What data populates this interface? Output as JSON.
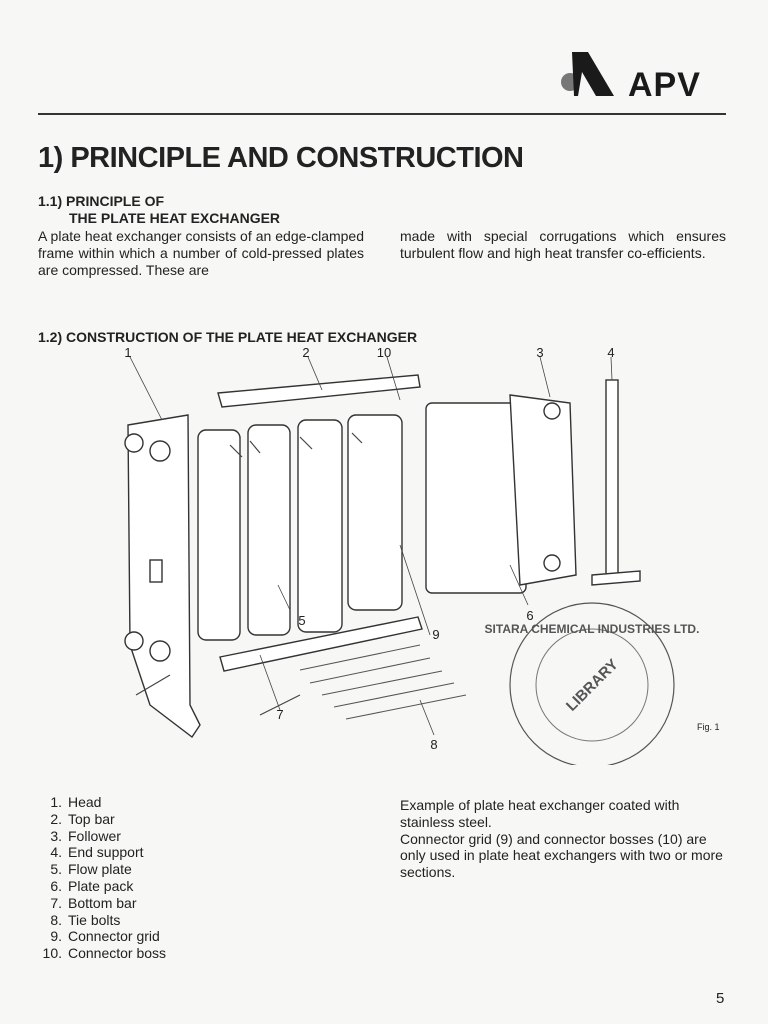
{
  "header": {
    "brand": "APV"
  },
  "title": "1) PRINCIPLE AND CONSTRUCTION",
  "section1": {
    "heading_line1": "1.1) PRINCIPLE OF",
    "heading_line2": "THE PLATE HEAT EXCHANGER",
    "col1": "A plate heat exchanger consists of an edge-clamped frame within which a number of cold-pressed plates are compressed. These are",
    "col2": "made with special corrugations which ensures turbulent flow and high heat transfer co-efficients."
  },
  "section2": {
    "heading": "1.2) CONSTRUCTION OF THE PLATE HEAT EXCHANGER"
  },
  "figure": {
    "callouts": [
      "1",
      "2",
      "10",
      "3",
      "4",
      "5",
      "9",
      "6",
      "7",
      "8"
    ],
    "stamp_text": "SITARA CHEMICAL INDUSTRIES LTD.",
    "stamp_center": "LIBRARY",
    "label": "Fig. 1"
  },
  "legend": [
    {
      "n": "1.",
      "label": "Head"
    },
    {
      "n": "2.",
      "label": "Top bar"
    },
    {
      "n": "3.",
      "label": "Follower"
    },
    {
      "n": "4.",
      "label": "End support"
    },
    {
      "n": "5.",
      "label": "Flow plate"
    },
    {
      "n": "6.",
      "label": "Plate pack"
    },
    {
      "n": "7.",
      "label": "Bottom bar"
    },
    {
      "n": "8.",
      "label": "Tie bolts"
    },
    {
      "n": "9.",
      "label": "Connector grid"
    },
    {
      "n": "10.",
      "label": "Connector boss"
    }
  ],
  "notes": {
    "p1": "Example of plate heat exchanger coated with stainless steel.",
    "p2": "Connector grid (9) and connector bosses (10) are only used in plate heat exchangers with two or more sections."
  },
  "page_number": "5"
}
